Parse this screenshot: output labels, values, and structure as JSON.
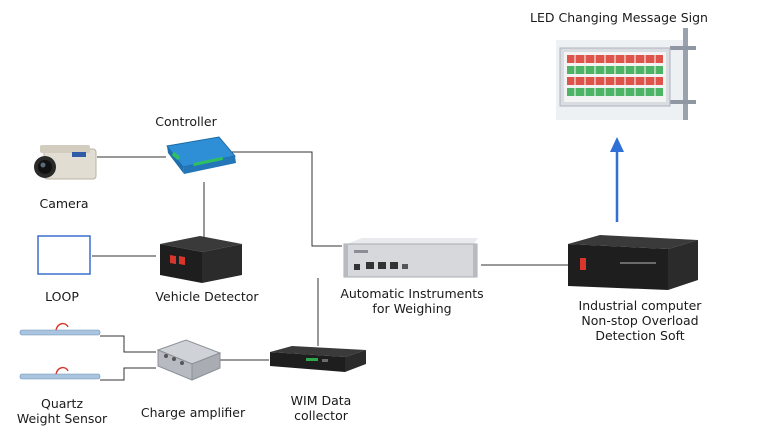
{
  "labels": {
    "led_sign": "LED Changing Message Sign",
    "controller": "Controller",
    "camera": "Camera",
    "loop": "LOOP",
    "vehicle_detector": "Vehicle Detector",
    "instruments_line1": "Automatic Instruments",
    "instruments_line2": "for Weighing",
    "industrial_line1": "Industrial computer",
    "industrial_line2": "Non-stop Overload Detection Soft",
    "quartz_line1": "Quartz",
    "quartz_line2": "Weight Sensor",
    "charge_amplifier": "Charge amplifier",
    "wim_line1": "WIM Data",
    "wim_line2": "collector"
  },
  "colors": {
    "line": "#333333",
    "arrow": "#2e6fd8",
    "controller_blue": "#2f8fd6",
    "loop_blue": "#3b6fd0",
    "led_red": "#d9362b",
    "led_green": "#2ea84a",
    "device_dark": "#1e1e1e",
    "device_silver": "#d6d8dc"
  },
  "icons": {
    "camera": "camera-icon",
    "controller": "controller-device-icon",
    "loop": "loop-coil-icon",
    "vehicle_detector": "vehicle-detector-icon",
    "instruments": "weighing-instrument-icon",
    "industrial": "industrial-computer-icon",
    "led_sign": "led-sign-icon",
    "quartz_sensor": "quartz-sensor-icon",
    "charge_amplifier": "charge-amplifier-icon",
    "wim": "wim-collector-icon",
    "arrow": "arrow-up-icon"
  }
}
